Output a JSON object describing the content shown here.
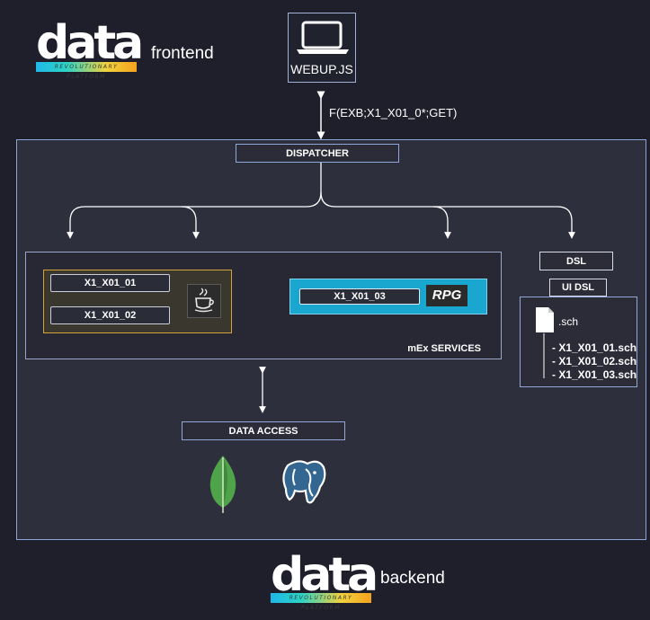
{
  "frontend_logo": {
    "word": "data",
    "tagline": "REVOLUTIONARY PLATFORM",
    "side_label": "frontend"
  },
  "backend_logo": {
    "word": "data",
    "tagline": "REVOLUTIONARY PLATFORM",
    "side_label": "backend"
  },
  "webup": {
    "label": "WEBUP.JS"
  },
  "call_label": "F(EXB;X1_X01_0*;GET)",
  "dispatcher": "DISPATCHER",
  "mex": {
    "label": "mEx SERVICES",
    "java_programs": [
      "X1_X01_01",
      "X1_X01_02"
    ],
    "rpg_program": "X1_X01_03",
    "rpg_badge": "RPG"
  },
  "dsl": {
    "label": "DSL",
    "ui_dsl_label": "UI DSL",
    "file_ext": ".sch",
    "files": [
      "- X1_X01_01.sch",
      "- X1_X01_02.sch",
      "- X1_X01_03.sch"
    ]
  },
  "data_access": "DATA ACCESS",
  "databases": [
    "mongodb-icon",
    "postgresql-icon"
  ],
  "colors": {
    "background": "#1e1f2b",
    "java_border": "#d4a23a",
    "rpg_fill": "#1aa7cf",
    "box_border": "#8fa8d8",
    "mongo_green": "#4fa44a",
    "postgres_blue": "#336791"
  }
}
